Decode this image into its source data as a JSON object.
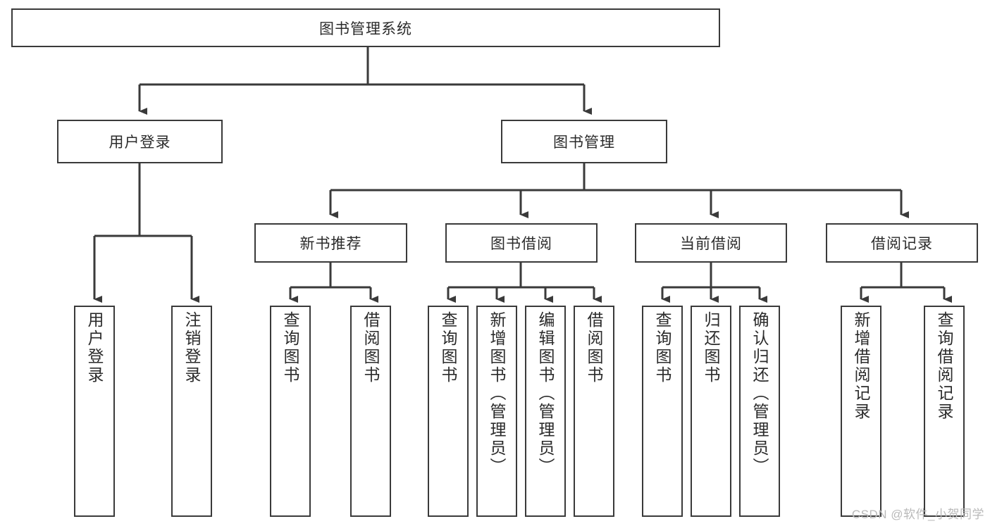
{
  "diagram": {
    "type": "tree-hierarchy-chart",
    "title": "图书管理系统",
    "colors": {
      "box_border": "#3a3a3a",
      "box_fill": "#ffffff",
      "line": "#3a3a3a",
      "text": "#2b2b2b",
      "watermark": "#b9b9b9"
    },
    "root": {
      "label": "图书管理系统"
    },
    "level2": [
      {
        "label": "用户登录"
      },
      {
        "label": "图书管理"
      }
    ],
    "level3": [
      {
        "label": "新书推荐"
      },
      {
        "label": "图书借阅"
      },
      {
        "label": "当前借阅"
      },
      {
        "label": "借阅记录"
      }
    ],
    "leaves": {
      "user_login": [
        {
          "label": "用户登录"
        },
        {
          "label": "注销登录"
        }
      ],
      "new_book_recommend": [
        {
          "label": "查询图书"
        },
        {
          "label": "借阅图书"
        }
      ],
      "book_borrow": [
        {
          "label": "查询图书"
        },
        {
          "label": "新增图书（管理员）"
        },
        {
          "label": "编辑图书（管理员）"
        },
        {
          "label": "借阅图书"
        }
      ],
      "current_borrow": [
        {
          "label": "查询图书"
        },
        {
          "label": "归还图书"
        },
        {
          "label": "确认归还（管理员）"
        }
      ],
      "borrow_record": [
        {
          "label": "新增借阅记录"
        },
        {
          "label": "查询借阅记录"
        }
      ]
    }
  },
  "watermark": {
    "text": "CSDN @软件_小贺同学"
  }
}
